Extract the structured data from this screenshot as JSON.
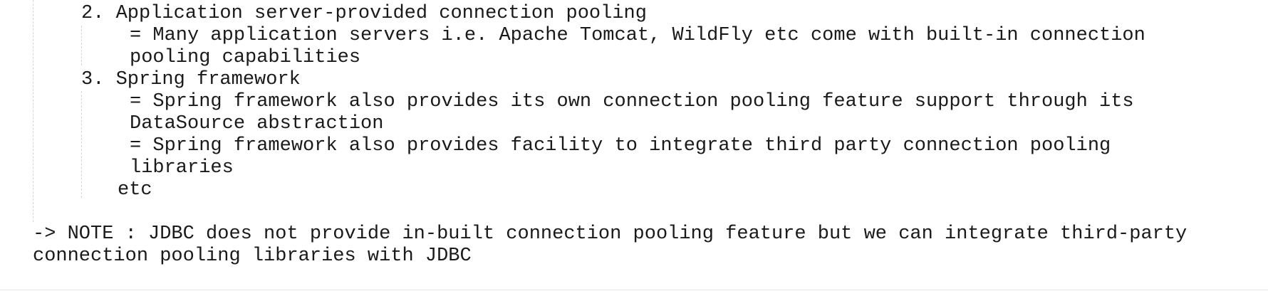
{
  "document": {
    "lines": [
      "2. Application server-provided connection pooling",
      "= Many application servers i.e. Apache Tomcat, WildFly etc come with built-in connection",
      "pooling capabilities",
      "3. Spring framework",
      "= Spring framework also provides its own connection pooling feature support through its",
      "DataSource abstraction",
      "= Spring framework also provides facility to integrate third party connection pooling",
      "libraries",
      "etc",
      "-> NOTE : JDBC does not provide in-built connection pooling feature but we can integrate third-party",
      "connection pooling libraries with JDBC"
    ]
  }
}
